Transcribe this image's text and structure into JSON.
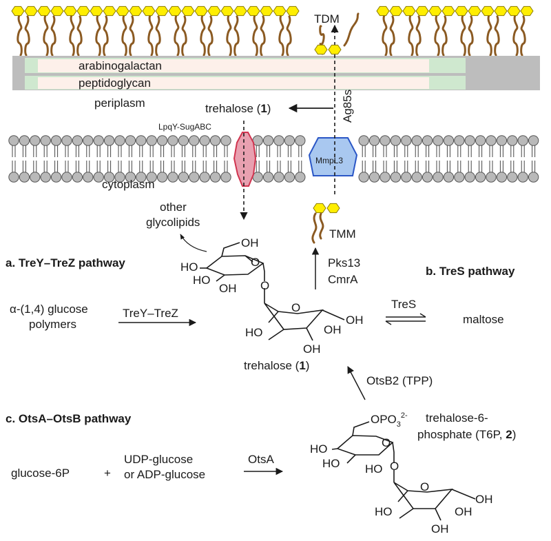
{
  "wall": {
    "arabinogalactan": "arabinogalactan",
    "peptidoglycan": "peptidoglycan",
    "periplasm": "periplasm",
    "cytoplasm": "cytoplasm"
  },
  "transport": {
    "tdm": "TDM",
    "ag85": "Ag85s",
    "trehalose_prefix": "trehalose (",
    "trehalose_num": "1",
    "trehalose_suffix": ")",
    "lpqy": "LpqY-SugABC",
    "mmpl3": "MmpL3",
    "tmm": "TMM",
    "pks13": "Pks13",
    "cmra": "CmrA",
    "other_line1": "other",
    "other_line2": "glycolipids"
  },
  "pathways": {
    "a_title": "a. TreY–TreZ pathway",
    "b_title": "b. TreS pathway",
    "c_title": "c. OtsA–OtsB pathway",
    "alpha_line1": "α-(1,4) glucose",
    "alpha_line2": "polymers",
    "treyz": "TreY–TreZ",
    "tres": "TreS",
    "maltose": "maltose",
    "otsb2": "OtsB2 (TPP)",
    "glc6p": "glucose-6P",
    "plus": "+",
    "udp_line1": "UDP-glucose",
    "udp_line2": "or ADP-glucose",
    "otsa": "OtsA",
    "t6p_line1": "trehalose-6-",
    "t6p_line2_prefix": "phosphate (T6P, ",
    "t6p_num": "2",
    "t6p_line2_suffix": ")"
  },
  "molecules": {
    "trehalose_label_prefix": "trehalose (",
    "trehalose_label_num": "1",
    "trehalose_label_suffix": ")",
    "oh": "OH",
    "ho": "HO",
    "o": "O",
    "opo3": "OPO",
    "opo3_sub": "3",
    "opo3_sup": "2-"
  },
  "colors": {
    "yellow_hex": "#ffee00",
    "brown_chain": "#8b5a22",
    "lipid_head": "#b9b9b9",
    "red_transporter": "#e8a0b0",
    "blue_transporter": "#a9c8f0",
    "green_wall": "#cfe8cf",
    "grey_wall": "#bdbdbd"
  }
}
